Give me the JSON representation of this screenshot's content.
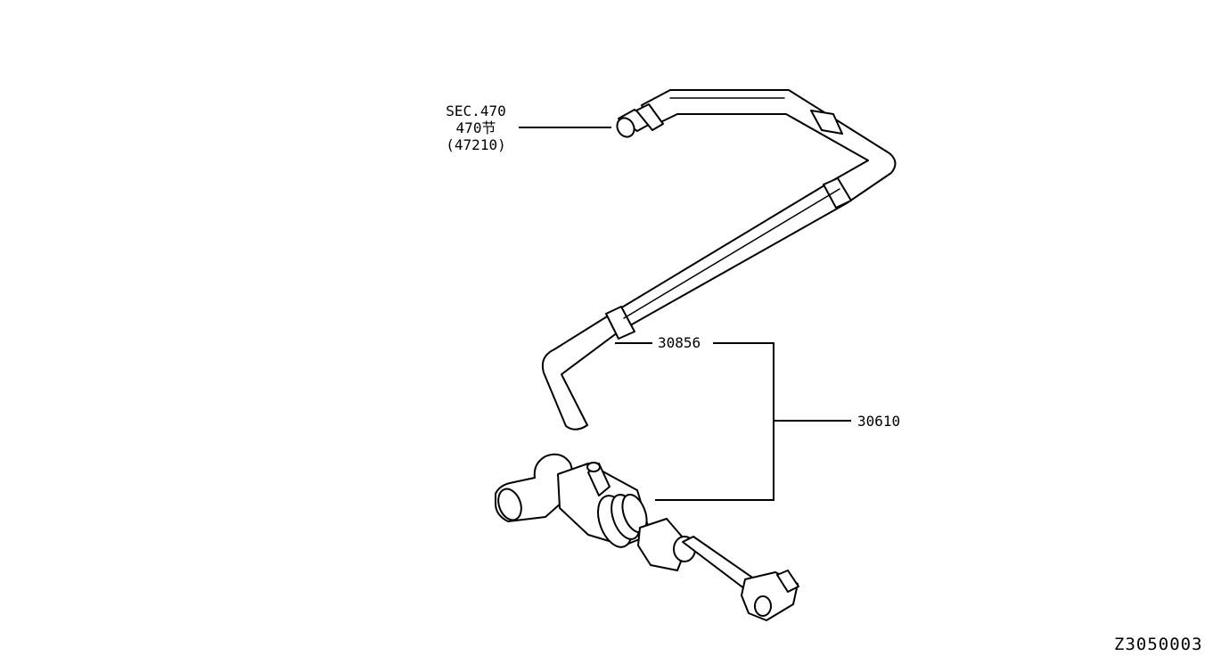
{
  "callouts": {
    "sec_ref_line1": "SEC.470",
    "sec_ref_line2": "470节",
    "sec_ref_line3": "(47210)",
    "part_hose": "30856",
    "part_cylinder": "30610"
  },
  "diagram_code": "Z3050003"
}
